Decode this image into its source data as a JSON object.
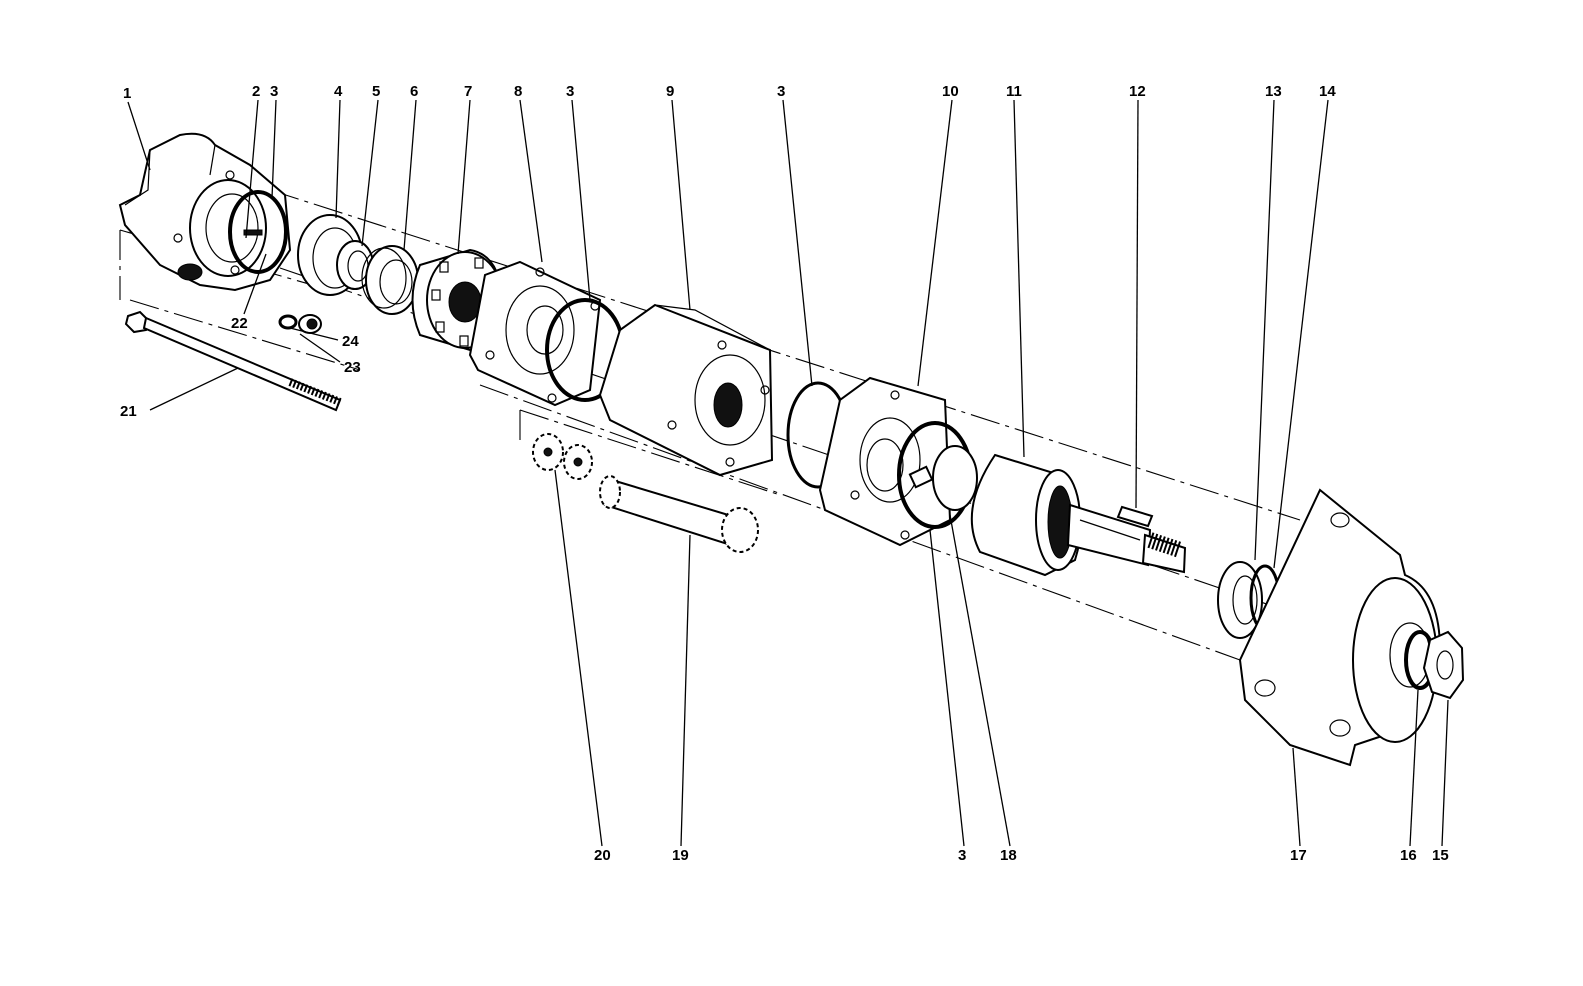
{
  "diagram": {
    "callouts": [
      {
        "id": "c1",
        "text": "1"
      },
      {
        "id": "c2",
        "text": "2"
      },
      {
        "id": "c3a",
        "text": "3"
      },
      {
        "id": "c4",
        "text": "4"
      },
      {
        "id": "c5",
        "text": "5"
      },
      {
        "id": "c6",
        "text": "6"
      },
      {
        "id": "c7",
        "text": "7"
      },
      {
        "id": "c8",
        "text": "8"
      },
      {
        "id": "c3b",
        "text": "3"
      },
      {
        "id": "c9",
        "text": "9"
      },
      {
        "id": "c3c",
        "text": "3"
      },
      {
        "id": "c10",
        "text": "10"
      },
      {
        "id": "c11",
        "text": "11"
      },
      {
        "id": "c12",
        "text": "12"
      },
      {
        "id": "c13",
        "text": "13"
      },
      {
        "id": "c14",
        "text": "14"
      },
      {
        "id": "c22",
        "text": "22"
      },
      {
        "id": "c24",
        "text": "24"
      },
      {
        "id": "c23",
        "text": "23"
      },
      {
        "id": "c21",
        "text": "21"
      },
      {
        "id": "c20",
        "text": "20"
      },
      {
        "id": "c19",
        "text": "19"
      },
      {
        "id": "c3d",
        "text": "3"
      },
      {
        "id": "c18",
        "text": "18"
      },
      {
        "id": "c17",
        "text": "17"
      },
      {
        "id": "c16",
        "text": "16"
      },
      {
        "id": "c15",
        "text": "15"
      }
    ]
  }
}
